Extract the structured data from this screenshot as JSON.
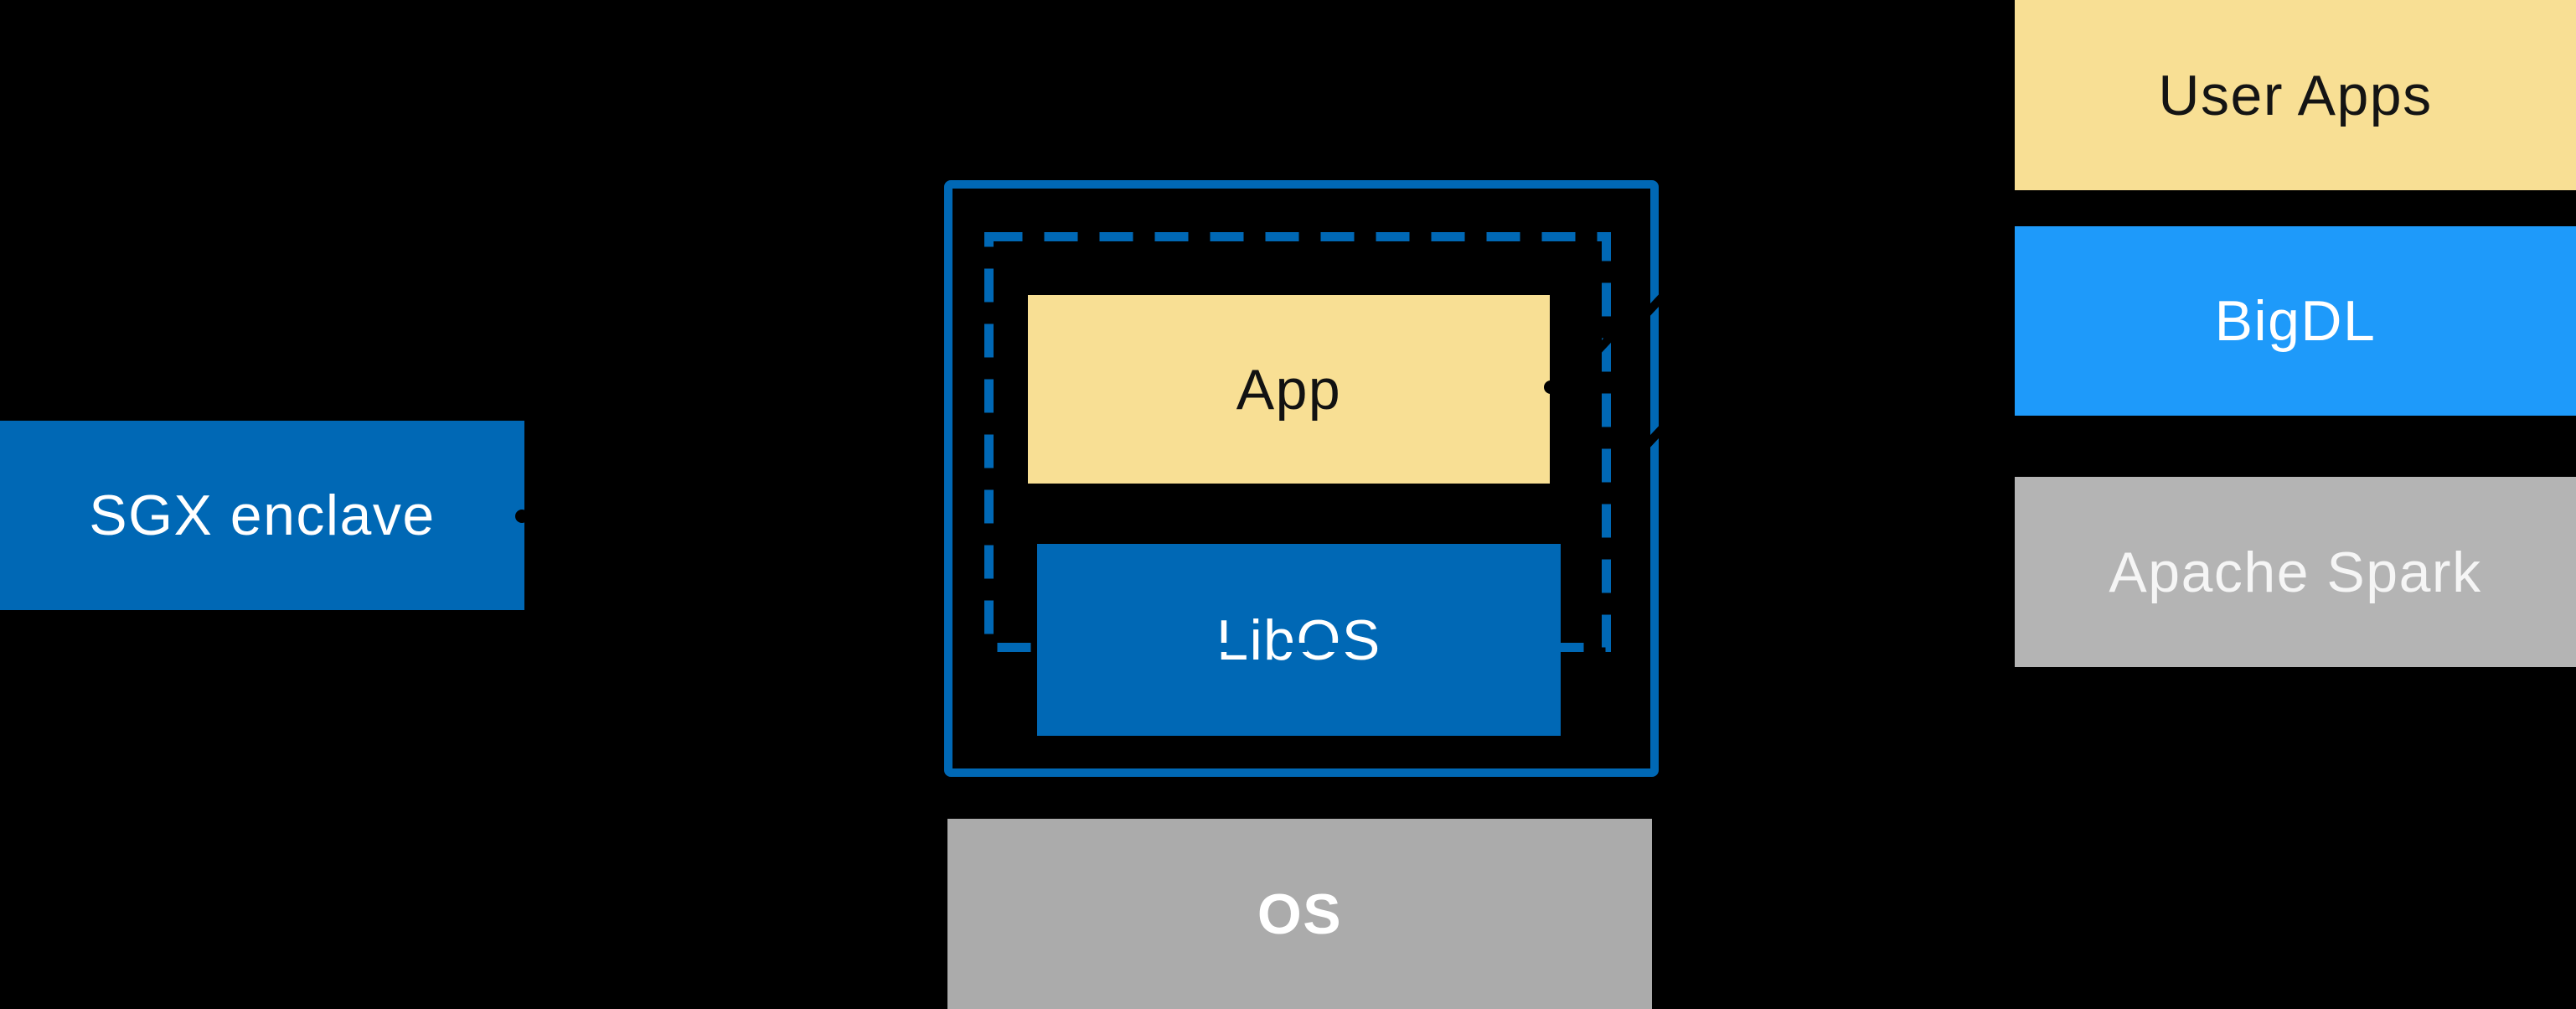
{
  "diagram": {
    "background": "#000000",
    "left": {
      "sgx_label": "SGX enclave"
    },
    "center": {
      "app_label": "App",
      "libos_label": "LibOS",
      "os_label": "OS"
    },
    "right_stack": {
      "items": [
        {
          "label": "User Apps"
        },
        {
          "label": "BigDL"
        },
        {
          "label": "Apache Spark"
        }
      ]
    },
    "colors": {
      "intel_blue": "#0068B5",
      "bright_blue": "#1E9AFA",
      "yellow": "#F8DF94",
      "gray_os": "#ABABAB",
      "gray_spark": "#B4B4B4",
      "boundary_border": "#0068B5",
      "dashed_border": "#0068B5",
      "connector_black": "#000000",
      "text_dark": "#121212",
      "text_light": "#FFFFFF"
    }
  }
}
